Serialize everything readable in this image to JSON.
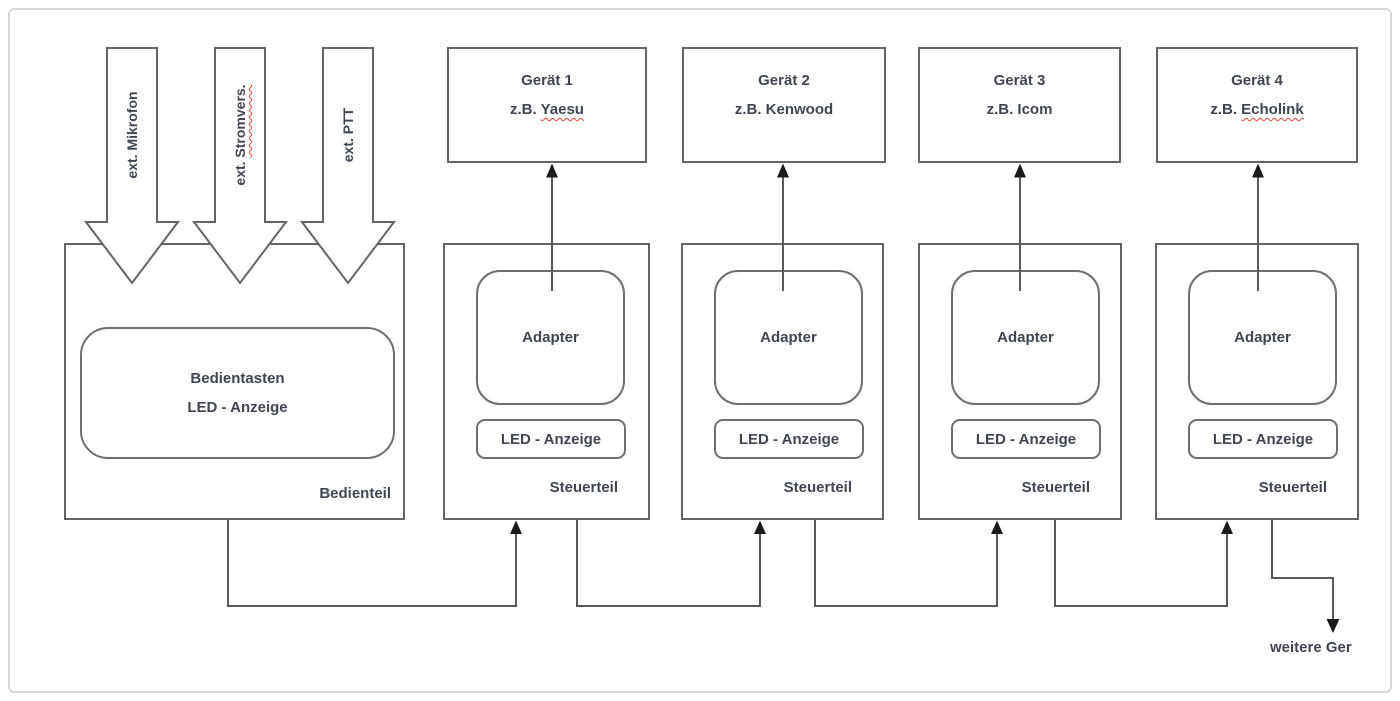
{
  "colors": {
    "text": "#3f4651",
    "border": "#646464",
    "border2": "#6f6f6f",
    "connector": "#595959",
    "arrowhead": "#1a1a1a",
    "squiggle": "#e8443a",
    "frame": "#d8d8d8"
  },
  "bedienteil": {
    "line1": "Bedientasten",
    "line2": "LED - Anzeige",
    "label": "Bedienteil"
  },
  "input_arrows": {
    "mikrofon": "ext. Mikrofon",
    "strom_prefix": "ext. ",
    "strom_word": "Stromvers.",
    "ptt": "ext. PTT"
  },
  "geraete": [
    {
      "line1": "Gerät 1",
      "prefix": "z.B. ",
      "name": "Yaesu"
    },
    {
      "line1": "Gerät 2",
      "prefix": "z.B. ",
      "name": "Kenwood"
    },
    {
      "line1": "Gerät 3",
      "prefix": "z.B. ",
      "name": "Icom"
    },
    {
      "line1": "Gerät 4",
      "prefix": "z.B. ",
      "name": "Echolink"
    }
  ],
  "steuerteile": [
    {
      "adapter": "Adapter",
      "led": "LED - Anzeige",
      "label": "Steuerteil"
    },
    {
      "adapter": "Adapter",
      "led": "LED - Anzeige",
      "label": "Steuerteil"
    },
    {
      "adapter": "Adapter",
      "led": "LED - Anzeige",
      "label": "Steuerteil"
    },
    {
      "adapter": "Adapter",
      "led": "LED - Anzeige",
      "label": "Steuerteil"
    }
  ],
  "weitere_label": "weitere Ger"
}
